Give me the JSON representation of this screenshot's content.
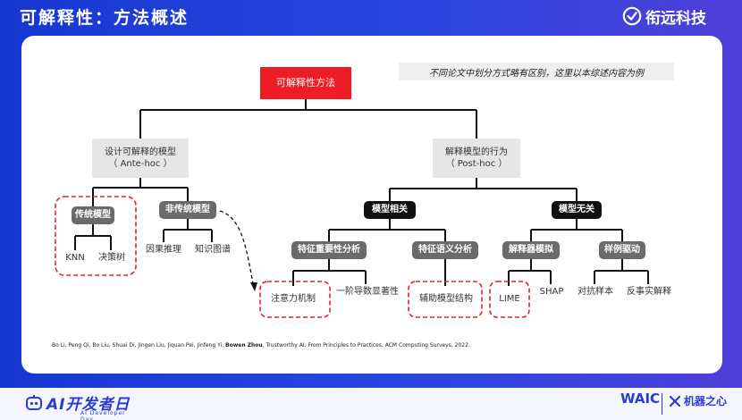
{
  "slide": {
    "title": "可解释性：方法概述",
    "brand": "衔远科技",
    "note": "不同论文中划分方式略有区别，这里以本综述内容为例",
    "reference_pre": "Bo Li, Peng Qi, Bo Liu, Shuai Di, Jingen Liu, Jiquan Pei, Jinfeng Yi, ",
    "reference_author": "Bowen Zhou",
    "reference_post": ", Trustworthy AI: From Principles to Practices,  ACM Computing Surveys, 2022.",
    "footer_logo": "AI开发者日",
    "footer_logo_sub": "AI Developer Day",
    "footer_waic": "WAIC",
    "footer_partner": "机器之心"
  },
  "tree": {
    "root": "可解释性方法",
    "ante": "设计可解释的模型\n（ Ante-hoc ）",
    "post": "解释模型的行为\n（ Post-hoc ）",
    "traditional": "传统模型",
    "non_traditional": "非传统模型",
    "knn": "KNN",
    "decision_tree": "决策树",
    "causal": "因果推理",
    "knowledge_graph": "知识图谱",
    "model_specific": "模型相关",
    "model_agnostic": "模型无关",
    "feature_importance": "特征重要性分析",
    "feature_semantic": "特征语义分析",
    "explainer_sim": "解释器模拟",
    "example_driven": "样例驱动",
    "attention": "注意力机制",
    "first_order": "一阶导数显著性",
    "aux_model": "辅助模型结构",
    "lime": "LIME",
    "shap": "SHAP",
    "adversarial": "对抗样本",
    "counterfactual": "反事实解释"
  },
  "colors": {
    "background": "#1d3fd6",
    "root": "#ee1c25",
    "highlight_dash": "#e8202a",
    "dark_node": "#6b6b6b",
    "black_node": "#111111"
  }
}
